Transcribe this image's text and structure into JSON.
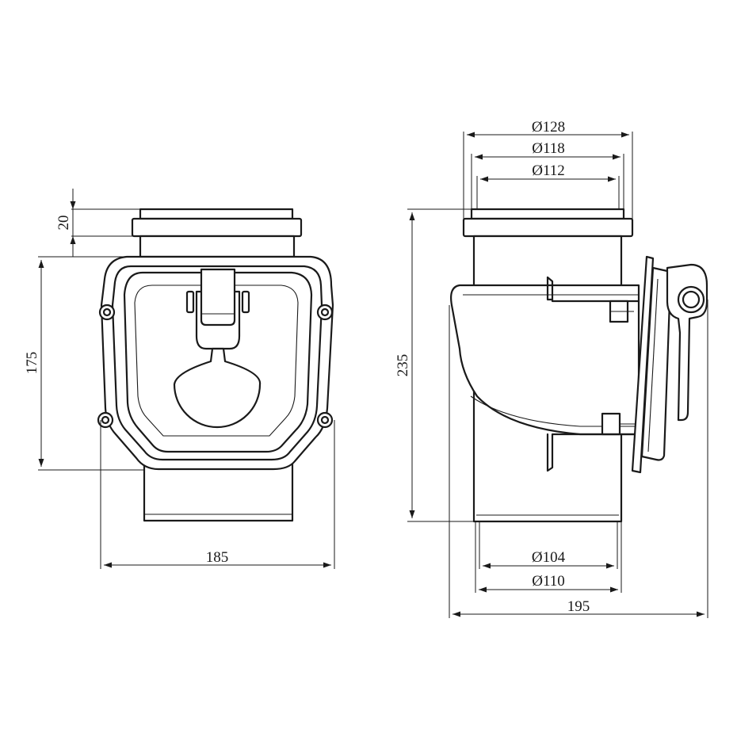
{
  "front_view": {
    "dimensions": {
      "top_height": "20",
      "body_height": "175",
      "width": "185"
    }
  },
  "side_view": {
    "dimensions": {
      "outer_top_diameter": "Ø128",
      "mid_top_diameter": "Ø118",
      "inner_top_diameter": "Ø112",
      "total_height": "235",
      "inner_bottom_diameter": "Ø104",
      "outer_bottom_diameter": "Ø110",
      "total_width": "195"
    }
  },
  "colors": {
    "line": "#1a1a1a",
    "background": "#ffffff"
  }
}
